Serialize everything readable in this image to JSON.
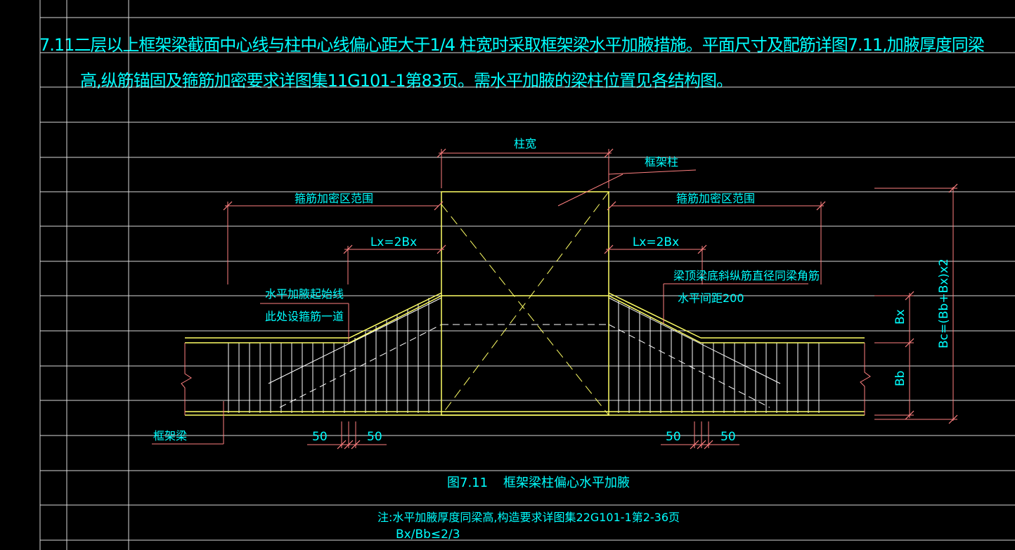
{
  "heading": {
    "line1": "7.11二层以上框架梁截面中心线与柱中心线偏心距大于1/4 柱宽时采取框架梁水平加腋措施。平面尺寸及配筋详图7.11,加腋厚度同梁",
    "line2": "高,纵筋锚固及箍筋加密要求详图集11G101-1第83页。需水平加腋的梁柱位置见各结构图。"
  },
  "labels": {
    "column_width": "柱宽",
    "frame_column": "框架柱",
    "stirrup_zone_left": "箍筋加密区范围",
    "stirrup_zone_right": "箍筋加密区范围",
    "lx_left": "Lx=2Bx",
    "lx_right": "Lx=2Bx",
    "haunch_start_line": "水平加腋起始线",
    "stirrup_here": "此处设箍筋一道",
    "rebar_note": "梁顶梁底斜纵筋直径同梁角筋",
    "spacing_note": "水平间距200",
    "frame_beam": "框架梁",
    "dim_50_1": "50",
    "dim_50_2": "50",
    "dim_50_3": "50",
    "dim_50_4": "50",
    "bx": "Bx",
    "bb": "Bb",
    "bc": "Bc=(Bb+Bx)x2"
  },
  "caption": {
    "number": "图7.11",
    "title": "框架梁柱偏心水平加腋"
  },
  "notes": {
    "line1": "注:水平加腋厚度同梁高,构造要求详图集22G101-1第2-36页",
    "line2": "Bx/Bb≤2/3"
  },
  "colors": {
    "background": "#000000",
    "grid": "#ffffff",
    "text_cyan": "#00ffff",
    "geometry_yellow": "#ffff66",
    "rebar_white": "#ffffff",
    "dimension_red": "#ff8080"
  }
}
